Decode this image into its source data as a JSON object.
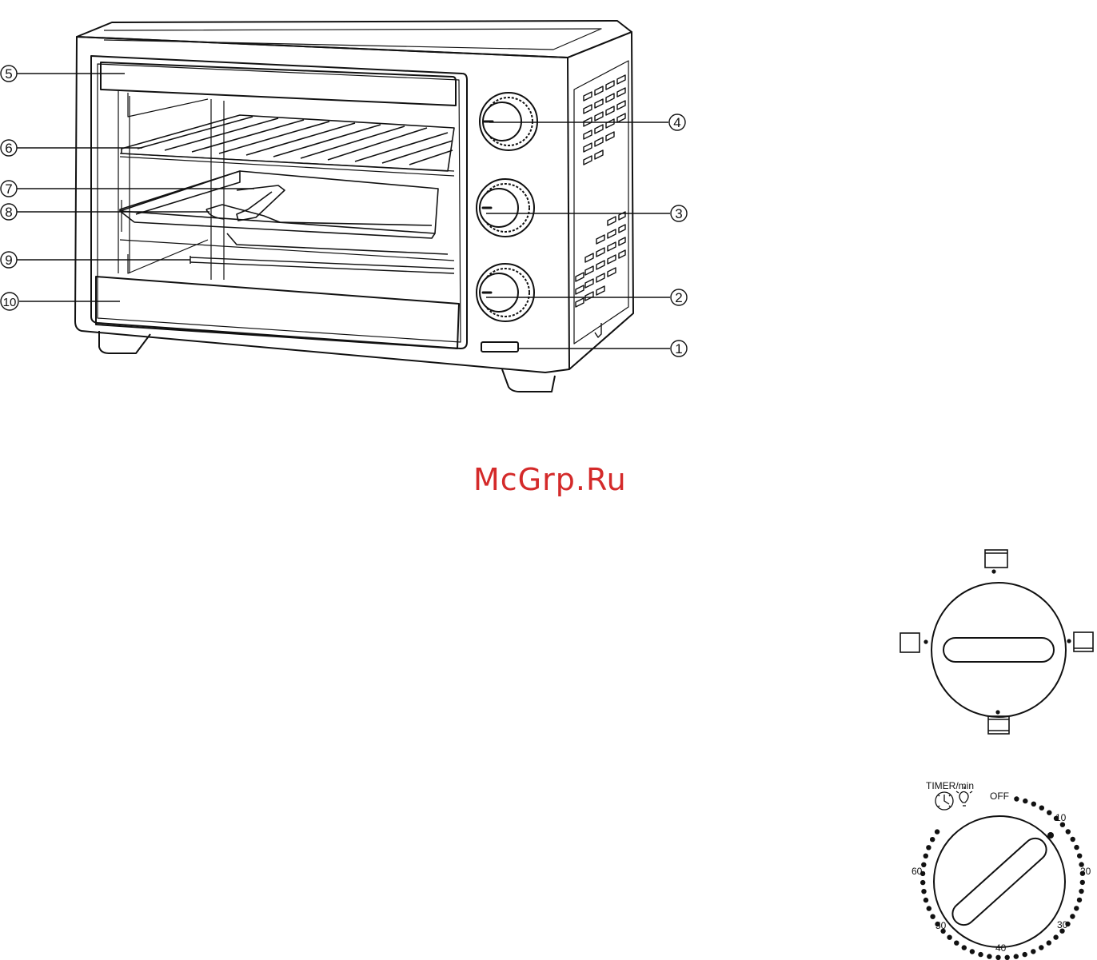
{
  "watermark": {
    "text": "McGrp.Ru",
    "color": "#d42a2a"
  },
  "oven_diagram": {
    "callouts": [
      "5",
      "6",
      "7",
      "8",
      "9",
      "10",
      "4",
      "3",
      "2",
      "1"
    ]
  },
  "function_knob": {
    "position_icons": [
      "top-heater-icon",
      "bottom-heater-icon",
      "both-heaters-icon",
      "off-icon"
    ]
  },
  "timer_knob": {
    "title": "TIMER/min",
    "icons": [
      "clock-icon",
      "bulb-icon"
    ],
    "scale_labels": [
      "OFF",
      "10",
      "20",
      "30",
      "40",
      "50",
      "60"
    ]
  }
}
